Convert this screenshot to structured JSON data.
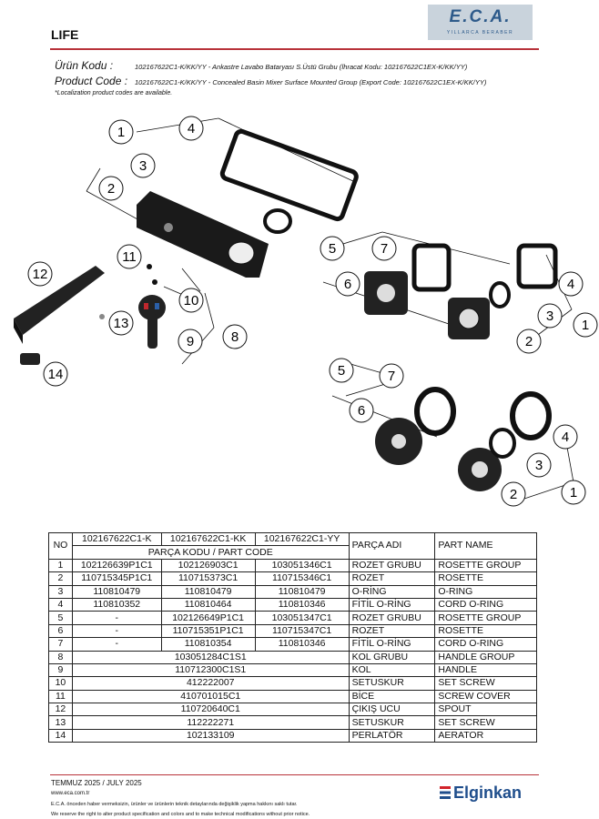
{
  "brand": {
    "logo_text": "E.C.A.",
    "logo_tagline": "YILLARCA BERABER",
    "footer_brand": "Elginkan"
  },
  "title": "LIFE",
  "product": {
    "tr_label": "Ürün Kodu :",
    "tr_value": "102167622C1-K/KK/YY - Ankastre Lavabo Bataryası S.Üstü Grubu (İhracat Kodu: 102167622C1EX-K/KK/YY)",
    "en_label": "Product Code :",
    "en_value": "102167622C1-K/KK/YY - Concealed Basin Mixer Surface Mounted Group (Export Code: 102167622C1EX-K/KK/YY)",
    "note": "*Localization product codes are available."
  },
  "diagram_labels": [
    "1",
    "2",
    "3",
    "4",
    "5",
    "6",
    "7",
    "8",
    "9",
    "10",
    "11",
    "12",
    "13",
    "14"
  ],
  "table": {
    "h_no": "NO",
    "h_k": "102167622C1-K",
    "h_kk": "102167622C1-KK",
    "h_yy": "102167622C1-YY",
    "h_code": "PARÇA KODU / PART CODE",
    "h_tr": "PARÇA ADI",
    "h_en": "PART NAME",
    "rows": [
      {
        "no": "1",
        "k": "102126639P1C1",
        "kk": "102126903C1",
        "yy": "103051346C1",
        "tr": "ROZET GRUBU",
        "en": "ROSETTE GROUP"
      },
      {
        "no": "2",
        "k": "110715345P1C1",
        "kk": "110715373C1",
        "yy": "110715346C1",
        "tr": "ROZET",
        "en": "ROSETTE"
      },
      {
        "no": "3",
        "k": "110810479",
        "kk": "110810479",
        "yy": "110810479",
        "tr": "O-RİNG",
        "en": "O-RING"
      },
      {
        "no": "4",
        "k": "110810352",
        "kk": "110810464",
        "yy": "110810346",
        "tr": "FİTİL O-RİNG",
        "en": "CORD O-RING"
      },
      {
        "no": "5",
        "k": "-",
        "kk": "102126649P1C1",
        "yy": "103051347C1",
        "tr": "ROZET GRUBU",
        "en": "ROSETTE GROUP"
      },
      {
        "no": "6",
        "k": "-",
        "kk": "110715351P1C1",
        "yy": "110715347C1",
        "tr": "ROZET",
        "en": "ROSETTE"
      },
      {
        "no": "7",
        "k": "-",
        "kk": "110810354",
        "yy": "110810346",
        "tr": "FİTİL O-RİNG",
        "en": "CORD O-RING"
      }
    ],
    "merged_rows": [
      {
        "no": "8",
        "code": "103051284C1S1",
        "tr": "KOL GRUBU",
        "en": "HANDLE GROUP"
      },
      {
        "no": "9",
        "code": "110712300C1S1",
        "tr": "KOL",
        "en": "HANDLE"
      },
      {
        "no": "10",
        "code": "412222007",
        "tr": "SETUSKUR",
        "en": "SET SCREW"
      },
      {
        "no": "11",
        "code": "410701015C1",
        "tr": "BİCE",
        "en": "SCREW COVER"
      },
      {
        "no": "12",
        "code": "110720640C1",
        "tr": "ÇIKIŞ UCU",
        "en": "SPOUT"
      },
      {
        "no": "13",
        "code": "112222271",
        "tr": "SETUSKUR",
        "en": "SET SCREW"
      },
      {
        "no": "14",
        "code": "102133109",
        "tr": "PERLATÖR",
        "en": "AERATOR"
      }
    ]
  },
  "footer": {
    "date": "TEMMUZ 2025 / JULY 2025",
    "web": "www.eca.com.tr",
    "tr_notice": "E.C.A. önceden haber vermeksizin, ürünler ve ürünlerin teknik detaylarında değişiklik yapma hakkını saklı tutar.",
    "en_notice": "We reserve the right to alter product specification and colors and to make technical modifications without prior notice."
  }
}
